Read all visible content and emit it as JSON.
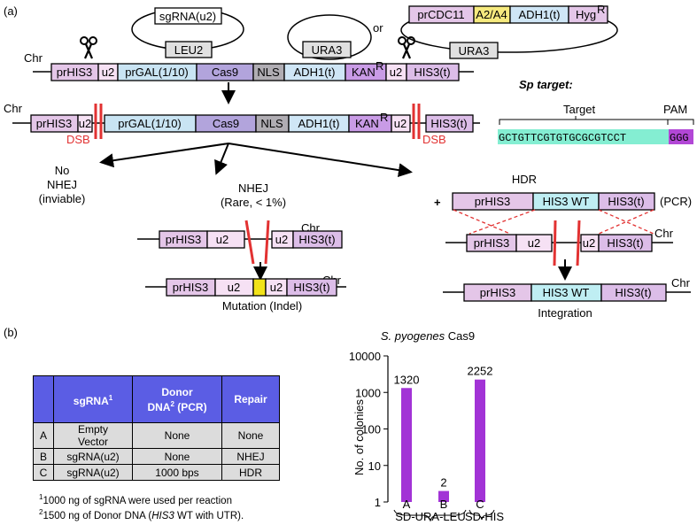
{
  "panel_a": {
    "label": "(a)",
    "chr": "Chr",
    "plasmids": {
      "sgrna": "sgRNA(u2)",
      "leu2": "LEU2",
      "ura3": "URA3",
      "or": "or",
      "prcdc11": "prCDC11",
      "a2a4": "A2/A4",
      "adh1t": "ADH1(t)",
      "hyg": "Hyg",
      "hyg_sup": "R",
      "ura3_b": "URA3"
    },
    "locus": {
      "prhis3": "prHIS3",
      "u2": "u2",
      "prgal": "prGAL(1/10)",
      "cas9": "Cas9",
      "nls": "NLS",
      "adh1t": "ADH1(t)",
      "kan": "KAN",
      "kan_sup": "R",
      "his3t": "HIS3(t)",
      "his3wt": "HIS3 WT"
    },
    "dsb": "DSB",
    "sp_target": {
      "title": "Sp target:",
      "target_label": "Target",
      "pam_label": "PAM",
      "sequence": "GCTGTTCGTGTGCGCGTCCT",
      "pam": "GGG"
    },
    "outcomes": {
      "no_nhej_1": "No",
      "no_nhej_2": "NHEJ",
      "no_nhej_3": "(inviable)",
      "nhej_1": "NHEJ",
      "nhej_2": "(Rare, < 1%)",
      "hdr": "HDR",
      "plus": "+",
      "pcr": "(PCR)",
      "mutation": "Mutation (Indel)",
      "integration": "Integration"
    }
  },
  "panel_b": {
    "label": "(b)",
    "table": {
      "headers": [
        "",
        "sgRNA",
        "Donor DNA (PCR)",
        "Repair"
      ],
      "header_sup": {
        "sgRNA": "1",
        "donor": "2"
      },
      "donor_line1": "Donor",
      "donor_line2": "DNA",
      "donor_line3": "(PCR)",
      "rows": [
        {
          "id": "A",
          "sgrna_1": "Empty",
          "sgrna_2": "Vector",
          "donor": "None",
          "repair": "None"
        },
        {
          "id": "B",
          "sgrna": "sgRNA(u2)",
          "donor": "None",
          "repair": "NHEJ"
        },
        {
          "id": "C",
          "sgrna": "sgRNA(u2)",
          "donor": "1000 bps",
          "repair": "HDR"
        }
      ]
    },
    "footnote1_sup": "1",
    "footnote1": "1000 ng of sgRNA were used per reaction",
    "footnote2_sup": "2",
    "footnote2_a": "1500 ng of Donor DNA (",
    "footnote2_italic": "HIS3",
    "footnote2_b": " WT with UTR)."
  },
  "chart_data": {
    "type": "bar",
    "title_italic": "S. pyogenes",
    "title_rest": " Cas9",
    "ylabel": "No. of colonies",
    "yscale": "log",
    "ylim": [
      1,
      10000
    ],
    "yticks": [
      "10000",
      "1000",
      "100",
      "10",
      "1"
    ],
    "categories": [
      "A",
      "B",
      "C"
    ],
    "values": [
      1320,
      2,
      2252
    ],
    "data_labels": [
      "1320",
      "2",
      "2252"
    ],
    "group_labels": [
      "SD-URA-LEU",
      "SD-HIS"
    ],
    "bar_color": "#a233d6"
  },
  "colors": {
    "prhis3": "#e4c6e8",
    "u2": "#f6e1f4",
    "prgal": "#c9e4f3",
    "cas9": "#b2a4dc",
    "nls": "#b0adb3",
    "adh1t": "#cfe6f6",
    "kan": "#c99be6",
    "his3t": "#dcbde8",
    "his3wt": "#bfeef3",
    "a2a4": "#f6ea7e",
    "dsb": "#e23232",
    "target_bg": "#84eed2",
    "pam_bg": "#b247d6",
    "indel": "#f2e21a",
    "table_header": "#5b5de4"
  }
}
